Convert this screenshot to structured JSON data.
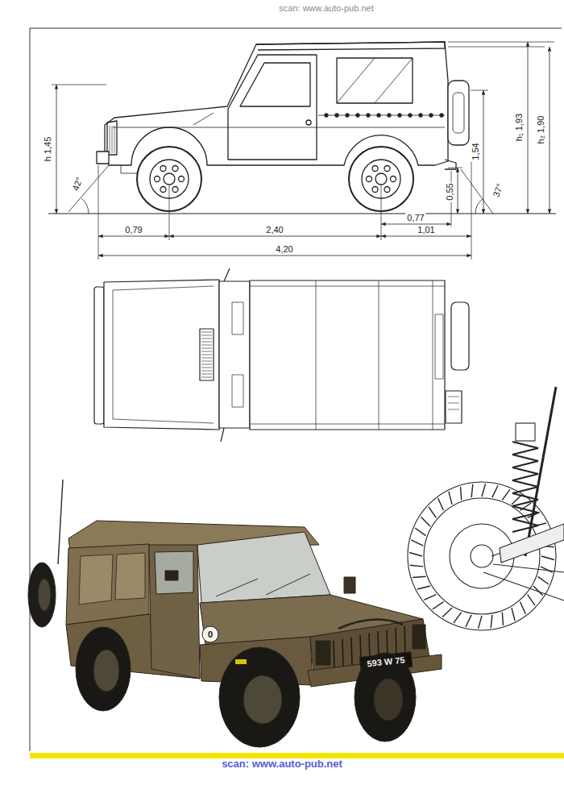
{
  "diagram": {
    "labels": [
      "scan: www.auto-pub.net",
      "h 1,45",
      "42°",
      "1,54",
      "h₁ 1,93",
      "h₂ 1,90",
      "37°",
      "0,55",
      "0,77",
      "0,79",
      "2,40",
      "1,01",
      "4,20",
      "0",
      "593 W 75",
      "scan: www.auto-pub.net"
    ]
  }
}
